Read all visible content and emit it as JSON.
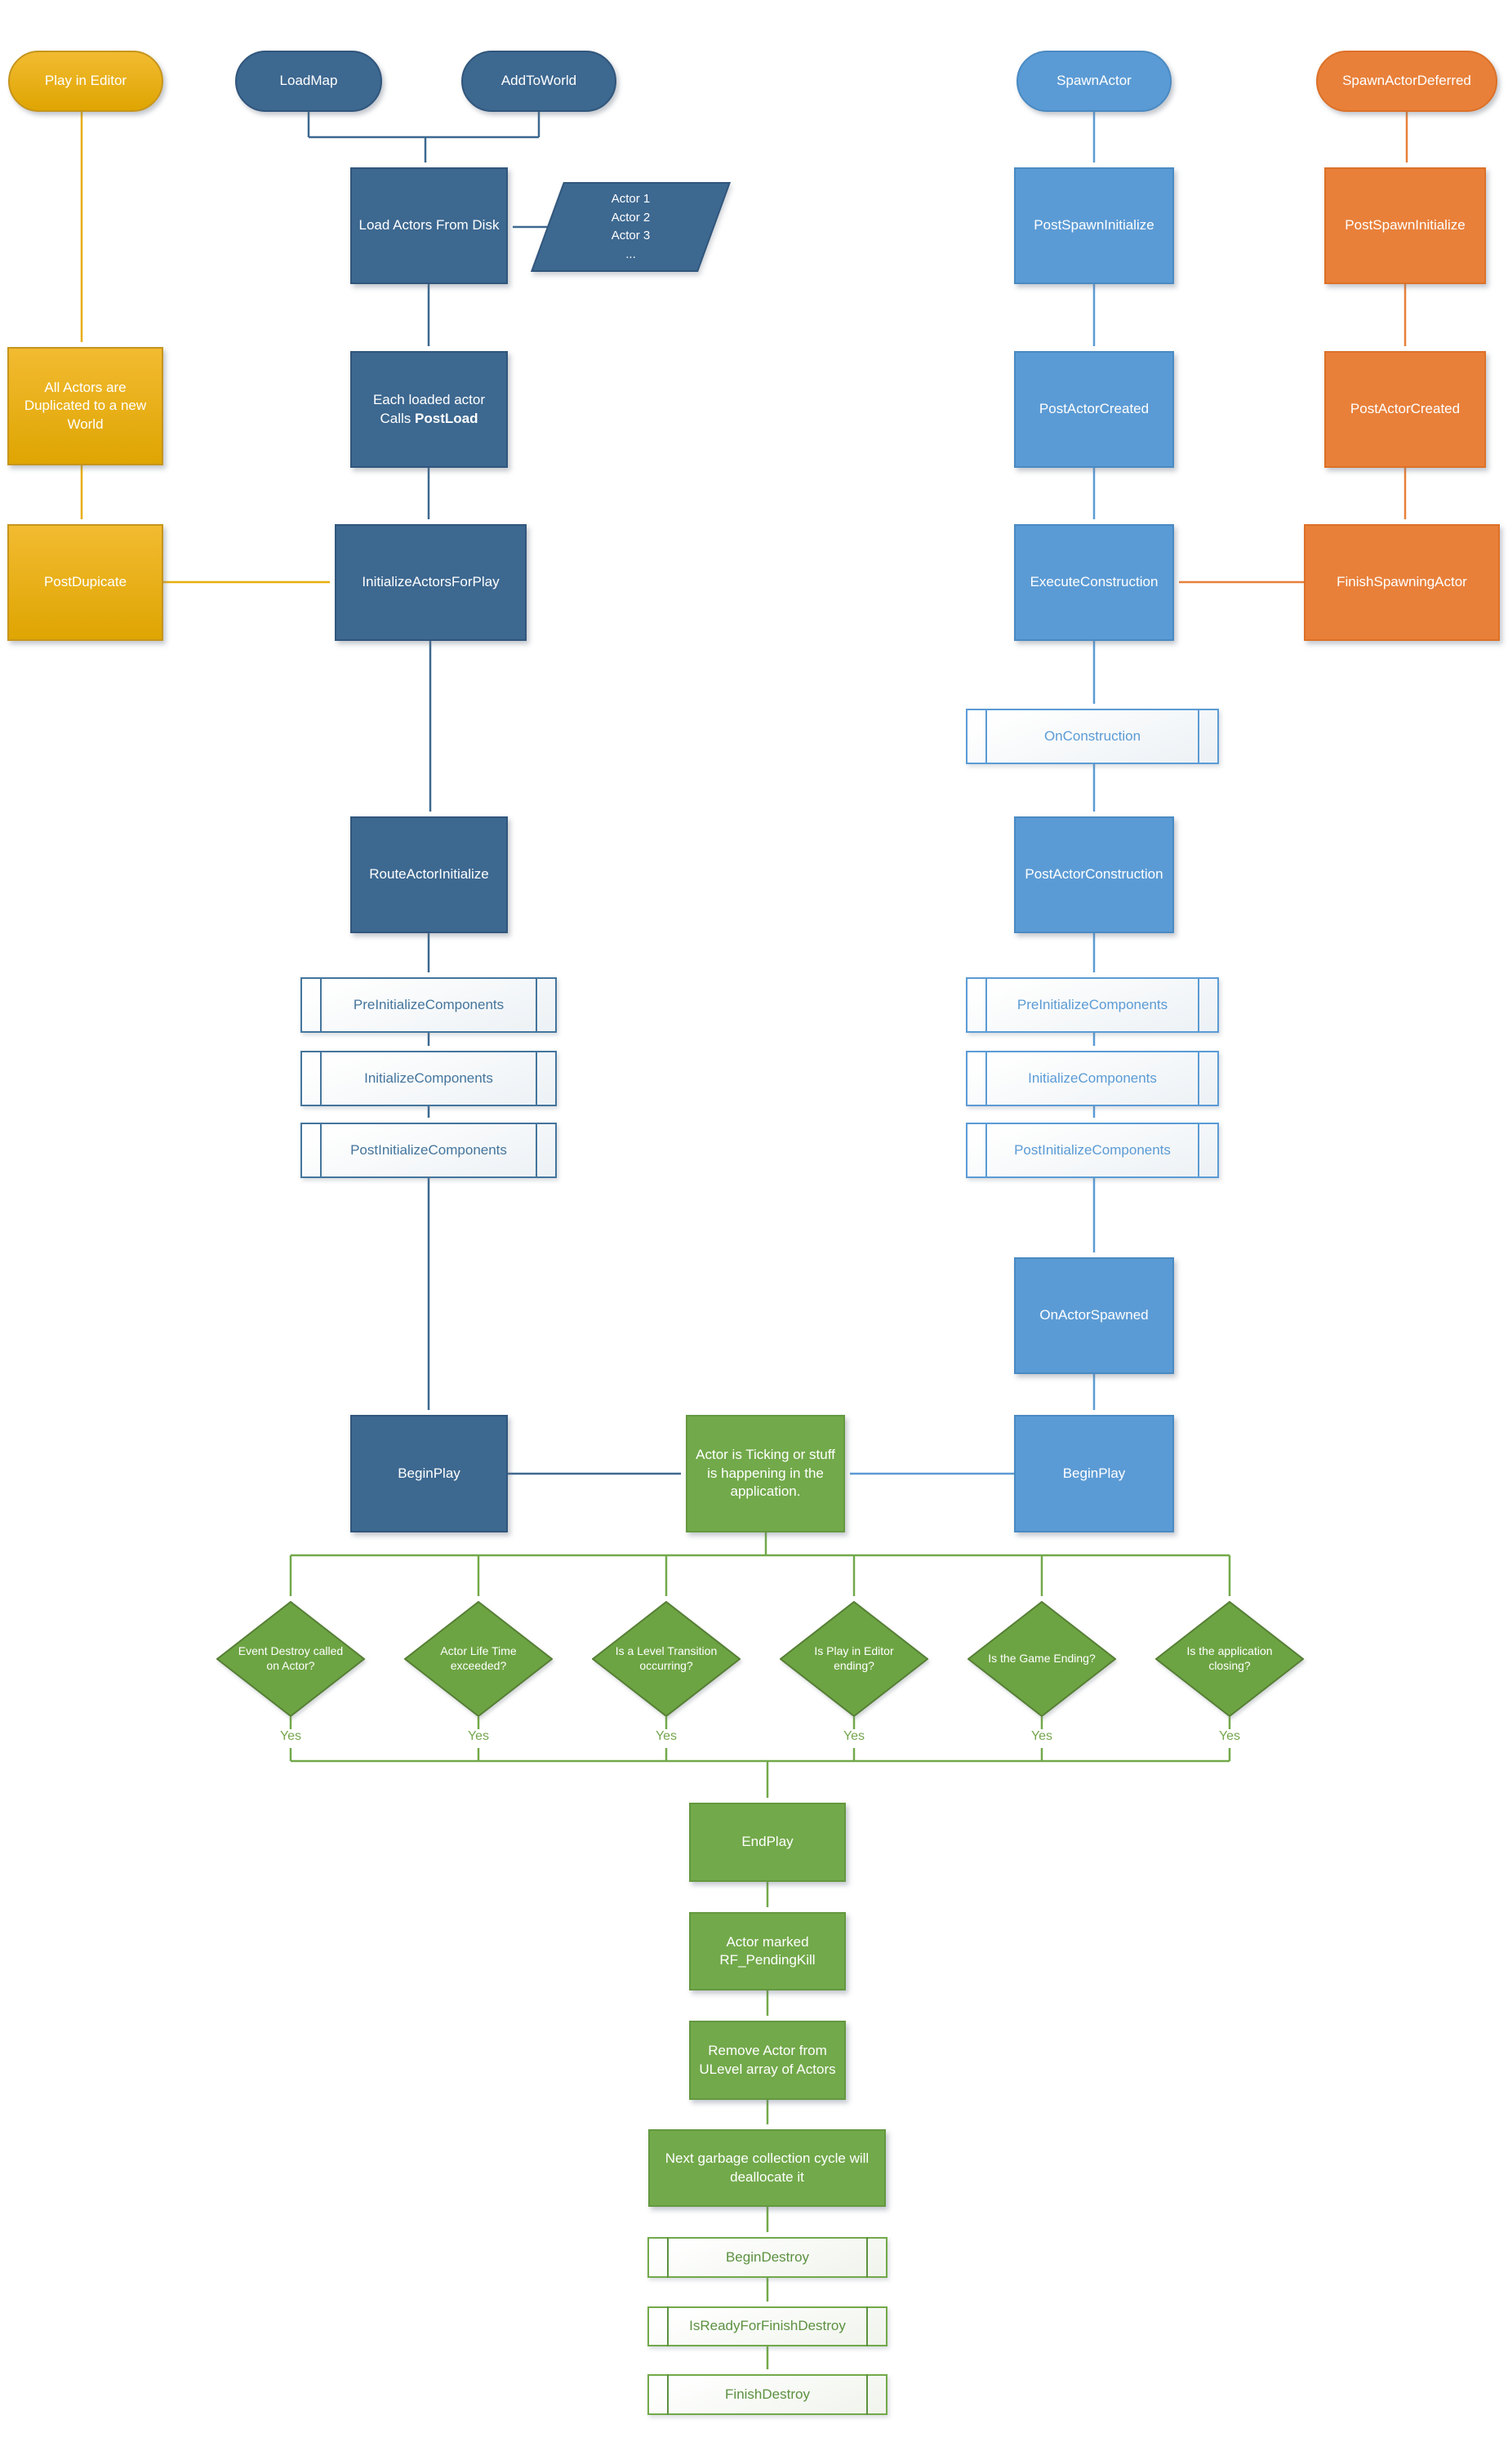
{
  "palette": {
    "yellow": "#E9AE0B",
    "dark_blue": "#3D6890",
    "medium_blue": "#5B9BD5",
    "orange": "#E8803A",
    "green": "#72A94A"
  },
  "yes_label": "Yes",
  "nodes": {
    "play_in_editor": {
      "label": "Play in Editor"
    },
    "load_map": {
      "label": "LoadMap"
    },
    "add_to_world": {
      "label": "AddToWorld"
    },
    "spawn_actor": {
      "label": "SpawnActor"
    },
    "spawn_actor_deferred": {
      "label": "SpawnActorDeferred"
    },
    "all_actors_duplicated": {
      "label": "All Actors are Duplicated to a new World"
    },
    "post_duplicate": {
      "label": "PostDupicate"
    },
    "load_actors_from_disk": {
      "label": "Load Actors From Disk"
    },
    "actor_list": {
      "lines": [
        "Actor 1",
        "Actor 2",
        "Actor 3",
        "..."
      ]
    },
    "each_loaded_actor": {
      "line1": "Each loaded actor",
      "line2_pre": "Calls ",
      "line2_bold": "PostLoad"
    },
    "initialize_actors_for_play": {
      "label": "InitializeActorsForPlay"
    },
    "route_actor_initialize": {
      "label": "RouteActorInitialize"
    },
    "pre_initialize_components_left": {
      "label": "PreInitializeComponents"
    },
    "initialize_components_left": {
      "label": "InitializeComponents"
    },
    "post_initialize_components_left": {
      "label": "PostInitializeComponents"
    },
    "begin_play_left": {
      "label": "BeginPlay"
    },
    "post_spawn_initialize_blue": {
      "label": "PostSpawnInitialize"
    },
    "post_actor_created_blue": {
      "label": "PostActorCreated"
    },
    "execute_construction": {
      "label": "ExecuteConstruction"
    },
    "on_construction": {
      "label": "OnConstruction"
    },
    "post_actor_construction": {
      "label": "PostActorConstruction"
    },
    "pre_initialize_components_right": {
      "label": "PreInitializeComponents"
    },
    "initialize_components_right": {
      "label": "InitializeComponents"
    },
    "post_initialize_components_right": {
      "label": "PostInitializeComponents"
    },
    "on_actor_spawned": {
      "label": "OnActorSpawned"
    },
    "begin_play_right": {
      "label": "BeginPlay"
    },
    "post_spawn_initialize_orange": {
      "label": "PostSpawnInitialize"
    },
    "post_actor_created_orange": {
      "label": "PostActorCreated"
    },
    "finish_spawning_actor": {
      "label": "FinishSpawningActor"
    },
    "actor_ticking": {
      "label": "Actor is Ticking or stuff is happening in the application."
    },
    "event_destroy": {
      "label": "Event Destroy called on Actor?"
    },
    "actor_life_time": {
      "label": "Actor Life Time exceeded?"
    },
    "level_transition": {
      "label": "Is a Level Transition occurring?"
    },
    "play_in_editor_ending": {
      "label": "Is Play in Editor ending?"
    },
    "game_ending": {
      "label": "Is the Game Ending?"
    },
    "application_closing": {
      "label": "Is the application closing?"
    },
    "end_play": {
      "label": "EndPlay"
    },
    "actor_marked_pending_kill": {
      "label": "Actor marked RF_PendingKill"
    },
    "remove_actor": {
      "label": "Remove Actor from ULevel array of Actors"
    },
    "next_gc": {
      "label": "Next garbage collection cycle will deallocate it"
    },
    "begin_destroy": {
      "label": "BeginDestroy"
    },
    "is_ready_for_finish_destroy": {
      "label": "IsReadyForFinishDestroy"
    },
    "finish_destroy": {
      "label": "FinishDestroy"
    }
  }
}
